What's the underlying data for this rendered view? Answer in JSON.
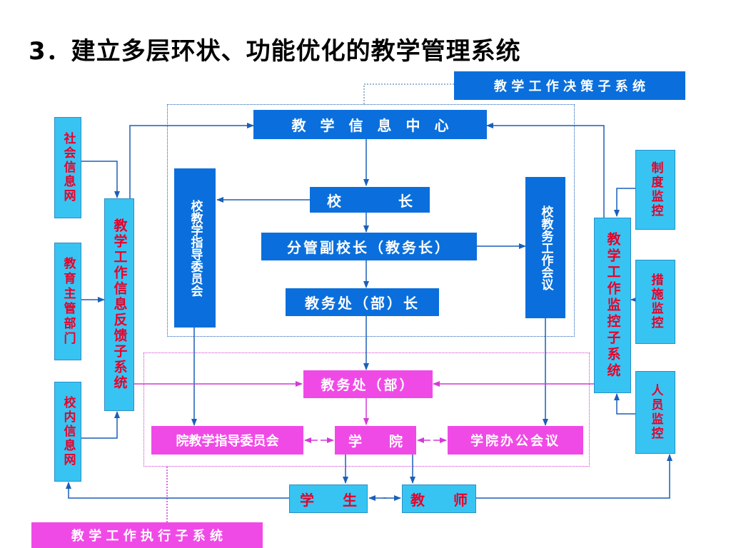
{
  "title": "3．建立多层环状、功能优化的教学管理系统",
  "decision_subsystem": "教 学 工 作 决 策 子 系 统",
  "execution_subsystem": "教 学 工 作 执 行 子 系 统",
  "info_center": "教　学　信　息　中　心",
  "president": "校　　　　长",
  "vice_president": "分管副校长（教务长）",
  "dean_office_head": "教务处（部）长",
  "guidance_committee": "校教学指导委员会",
  "affairs_meeting": "校教务工作会议",
  "feedback_system": "教学工作信息反馈子系统",
  "monitor_system": "教学工作监控子系统",
  "social_net": "社会信息网",
  "edu_dept": "教育主管部门",
  "campus_net": "校内信息网",
  "system_monitor": "制度监控",
  "measure_monitor": "措施监控",
  "staff_monitor": "人员监控",
  "dean_office": "教务处（部）",
  "college_committee": "院教学指导委员会",
  "college": "学　　院",
  "college_meeting": "学院办公会议",
  "students": "学　　生",
  "teachers": "教　　师",
  "colors": {
    "node_blue": "#0a6fdc",
    "node_cyan": "#38c4f2",
    "node_magenta": "#f04ae6",
    "red_text": "#e8002a"
  }
}
